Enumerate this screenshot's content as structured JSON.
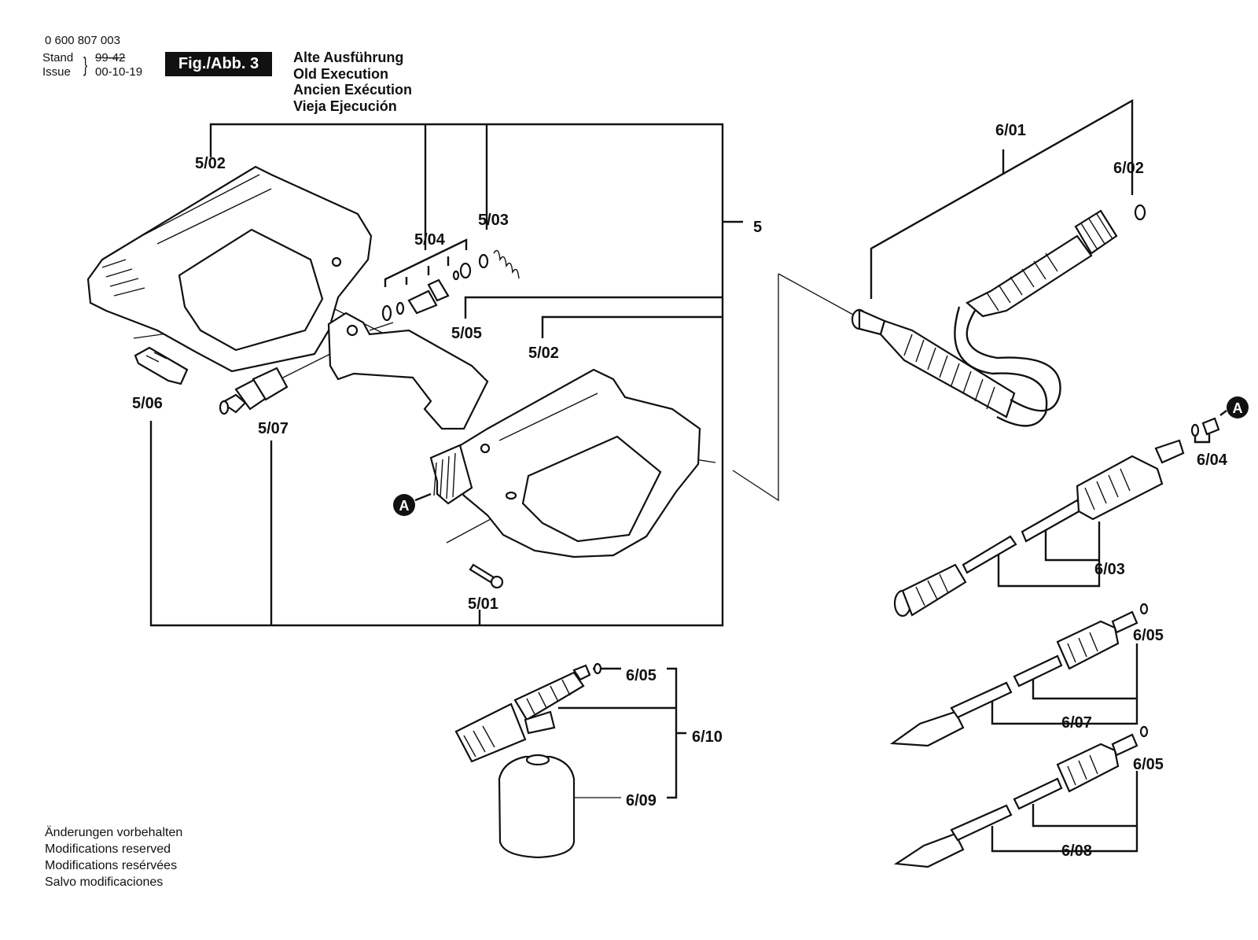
{
  "header": {
    "part_number": "0 600 807 003",
    "stand_label": "Stand",
    "issue_label": "Issue",
    "stand_value": "99-42",
    "issue_value": "00-10-19",
    "fig_label": "Fig./Abb. 3",
    "titles": [
      "Alte Ausführung",
      "Old Execution",
      "Ancien Exécution",
      "Vieja Ejecución"
    ]
  },
  "footer": {
    "lines": [
      "Änderungen vorbehalten",
      "Modifications reserved",
      "Modifications resérvées",
      "Salvo modificaciones"
    ]
  },
  "callouts": {
    "group_5": "5",
    "p5_01": "5/01",
    "p5_02a": "5/02",
    "p5_02b": "5/02",
    "p5_03": "5/03",
    "p5_04": "5/04",
    "p5_05": "5/05",
    "p5_06": "5/06",
    "p5_07": "5/07",
    "p6_01": "6/01",
    "p6_02": "6/02",
    "p6_03": "6/03",
    "p6_04": "6/04",
    "p6_05a": "6/05",
    "p6_05b": "6/05",
    "p6_05c": "6/05",
    "p6_07": "6/07",
    "p6_08": "6/08",
    "p6_09": "6/09",
    "p6_10": "6/10",
    "marker_a": "A"
  },
  "colors": {
    "ink": "#111111",
    "paper": "#ffffff"
  }
}
